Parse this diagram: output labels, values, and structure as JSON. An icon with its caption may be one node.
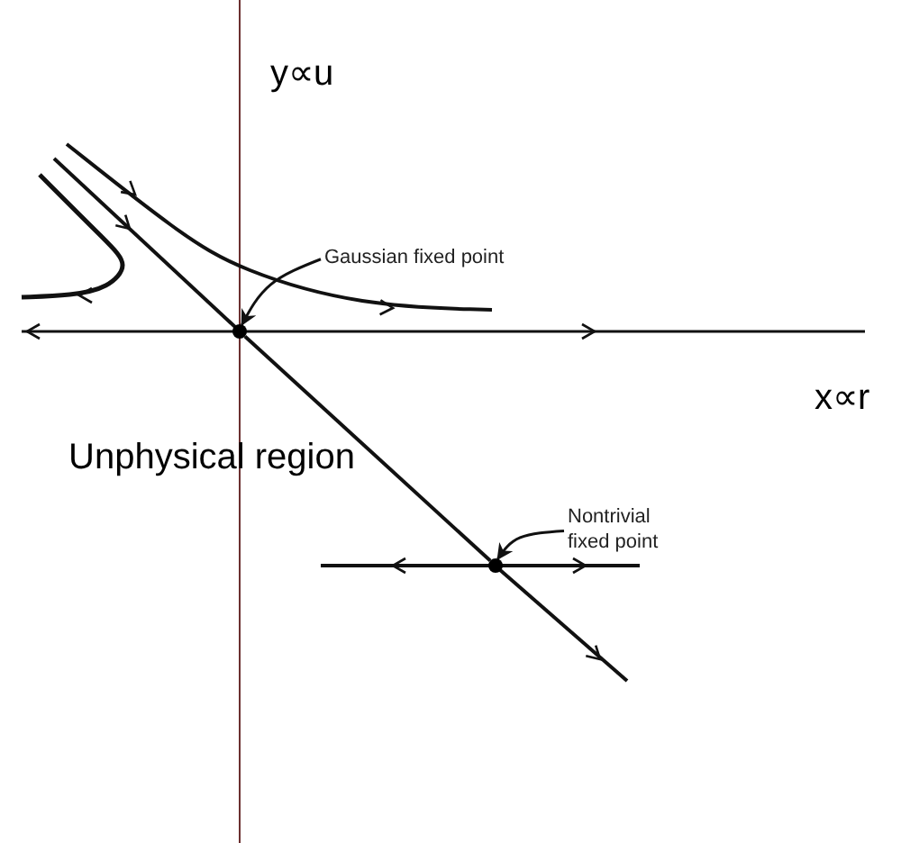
{
  "diagram": {
    "nodes": [
      {
        "text": [
          "Gaussian fixed point"
        ]
      },
      {
        "text": [],
        "shape": "circle"
      },
      {
        "text": [
          "Nontrivial fixed point"
        ]
      },
      {
        "text": [],
        "shape": "circle"
      }
    ],
    "edges": [
      {
        "from": 0,
        "to": 1,
        "arrow": "to"
      },
      {
        "from": 2,
        "to": 3,
        "arrow": "to"
      },
      {
        "from": 1,
        "to": 3,
        "arrow": "none"
      }
    ],
    "labels": [
      "y∝u",
      "x∝r",
      "Unphysical region"
    ]
  }
}
